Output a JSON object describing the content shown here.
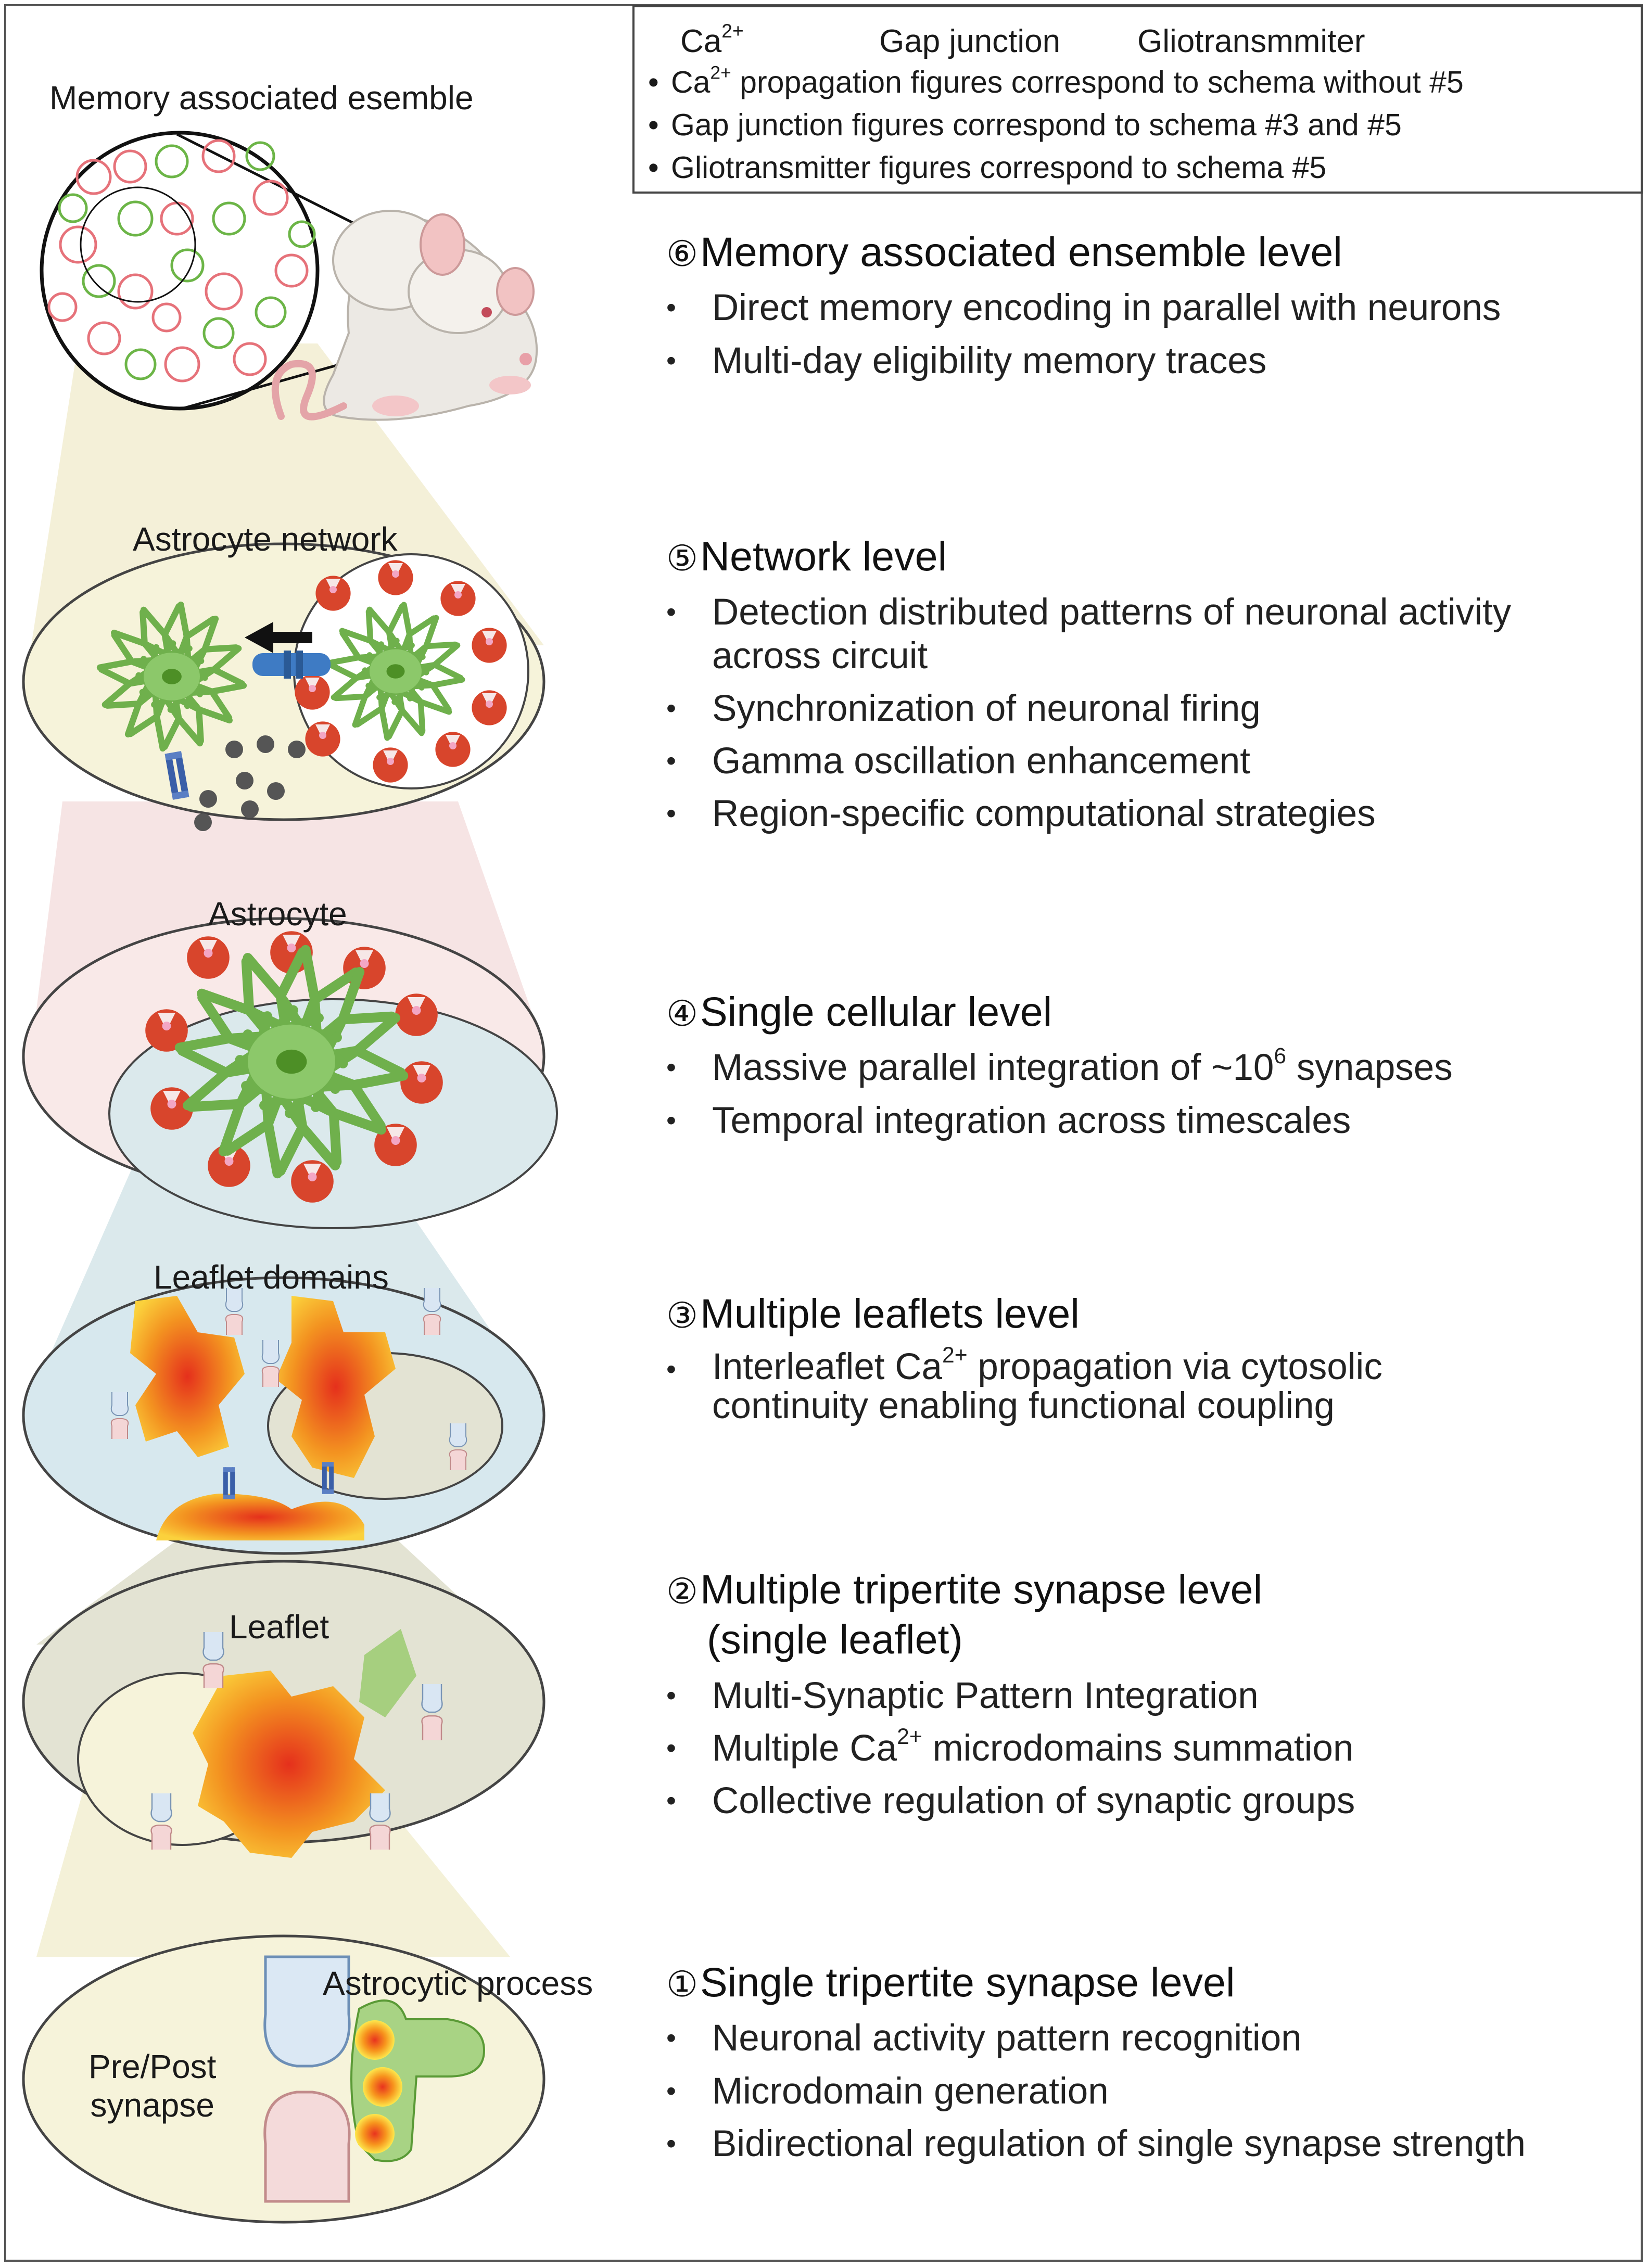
{
  "legend": {
    "ca_label": "Ca",
    "ca_sup": "2+",
    "gap_label": "Gap junction",
    "glio_label": "Gliotransmmiter",
    "items": [
      {
        "pre": "Ca",
        "sup": "2+",
        "post": " propagation figures correspond to schema without #5"
      },
      {
        "pre": "Gap junction figures correspond to schema #3 and #5",
        "sup": "",
        "post": ""
      },
      {
        "pre": "Gliotransmitter figures correspond to schema #5",
        "sup": "",
        "post": ""
      }
    ]
  },
  "illustration_labels": {
    "ensemble": "Memory associated esemble",
    "network": "Astrocyte network",
    "astrocyte": "Astrocyte",
    "leaflet_domains": "Leaflet domains",
    "leaflet": "Leaflet",
    "process": "Astrocytic process",
    "synapse_line1": "Pre/Post",
    "synapse_line2": "synapse"
  },
  "levels": [
    {
      "num": "⑥",
      "title": "Memory associated ensemble level",
      "title2": "",
      "bullets": [
        {
          "pre": "Direct memory encoding in parallel with neurons",
          "sup": "",
          "post": ""
        },
        {
          "pre": "Multi-day eligibility memory traces",
          "sup": "",
          "post": ""
        }
      ]
    },
    {
      "num": "⑤",
      "title": "Network level",
      "title2": "",
      "bullets": [
        {
          "pre": "Detection distributed patterns of neuronal activity across circuit",
          "sup": "",
          "post": ""
        },
        {
          "pre": "Synchronization of neuronal firing",
          "sup": "",
          "post": ""
        },
        {
          "pre": "Gamma oscillation enhancement",
          "sup": "",
          "post": ""
        },
        {
          "pre": "Region-specific computational strategies",
          "sup": "",
          "post": ""
        }
      ]
    },
    {
      "num": "④",
      "title": "Single cellular level",
      "title2": "",
      "bullets": [
        {
          "pre": "Massive parallel integration of ~10",
          "sup": "6",
          "post": " synapses"
        },
        {
          "pre": "Temporal integration across timescales",
          "sup": "",
          "post": ""
        }
      ]
    },
    {
      "num": "③",
      "title": "Multiple leaflets level",
      "title2": "",
      "bullets": [
        {
          "pre": "Interleaflet  Ca",
          "sup": "2+",
          "post": " propagation via cytosolic continuity enabling functional coupling"
        }
      ]
    },
    {
      "num": "②",
      "title": "Multiple tripertite synapse level",
      "title2": "(single leaflet)",
      "bullets": [
        {
          "pre": "Multi-Synaptic Pattern Integration",
          "sup": "",
          "post": ""
        },
        {
          "pre": "Multiple Ca",
          "sup": "2+",
          "post": " microdomains summation"
        },
        {
          "pre": "Collective regulation of synaptic groups",
          "sup": "",
          "post": ""
        }
      ]
    },
    {
      "num": "①",
      "title": "Single tripertite synapse level",
      "title2": "",
      "bullets": [
        {
          "pre": "Neuronal activity pattern recognition",
          "sup": "",
          "post": ""
        },
        {
          "pre": "Microdomain generation",
          "sup": "",
          "post": ""
        },
        {
          "pre": "Bidirectional regulation of single synapse strength",
          "sup": "",
          "post": ""
        }
      ]
    }
  ]
}
